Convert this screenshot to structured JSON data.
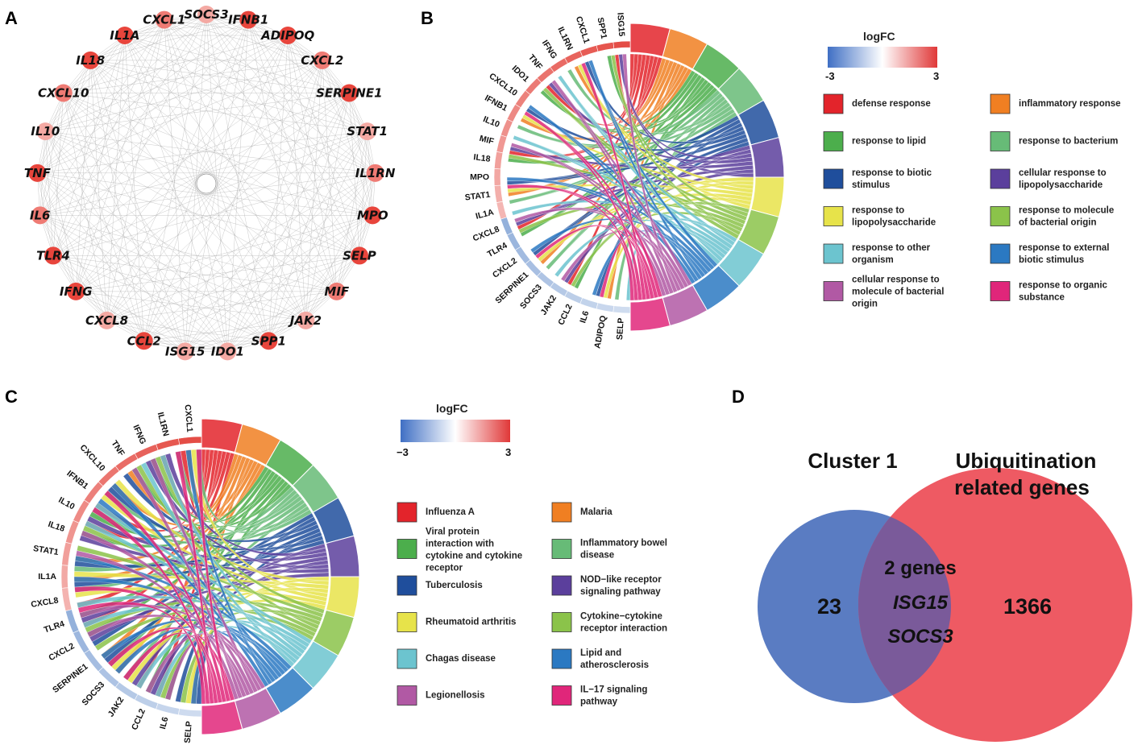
{
  "panels": {
    "a": "A",
    "b": "B",
    "c": "C",
    "d": "D"
  },
  "network": {
    "genes": [
      "SOCS3",
      "IFNB1",
      "ADIPOQ",
      "CXCL2",
      "SERPINE1",
      "STAT1",
      "IL1RN",
      "MPO",
      "SELP",
      "MIF",
      "JAK2",
      "SPP1",
      "IDO1",
      "ISG15",
      "CCL2",
      "CXCL8",
      "IFNG",
      "TLR4",
      "IL6",
      "TNF",
      "IL10",
      "CXCL10",
      "IL18",
      "IL1A",
      "CXCL1"
    ],
    "node_colors": {
      "high": "#e8453c",
      "mid": "#ef7b74",
      "low": "#f4a9a3"
    }
  },
  "chord_b": {
    "genes": [
      "ISG15",
      "SPP1",
      "CXCL1",
      "IL1RN",
      "IFNG",
      "TNF",
      "IDO1",
      "CXCL10",
      "IFNB1",
      "IL10",
      "MIF",
      "IL18",
      "MPO",
      "STAT1",
      "IL1A",
      "CXCL8",
      "TLR4",
      "CXCL2",
      "SERPINE1",
      "SOCS3",
      "JAK2",
      "CCL2",
      "IL6",
      "ADIPOQ",
      "SELP"
    ],
    "scale": {
      "title": "logFC",
      "min": "-3",
      "max": "3"
    },
    "terms": [
      {
        "label": "defense response",
        "color": "#e3242b"
      },
      {
        "label": "inflammatory response",
        "color": "#f07f22"
      },
      {
        "label": "response to lipid",
        "color": "#4cae4c"
      },
      {
        "label": "response to bacterium",
        "color": "#67bb77"
      },
      {
        "label": "response to biotic stimulus",
        "color": "#1f4e9c"
      },
      {
        "label": "cellular response to lipopolysaccharide",
        "color": "#5b3f9c"
      },
      {
        "label": "response to lipopolysaccharide",
        "color": "#e7e34a"
      },
      {
        "label": "response to molecule of bacterial origin",
        "color": "#8bc34a"
      },
      {
        "label": "response to other organism",
        "color": "#6cc4cf"
      },
      {
        "label": "response to external biotic stimulus",
        "color": "#2b79c2"
      },
      {
        "label": "cellular response to molecule of bacterial origin",
        "color": "#b159a4"
      },
      {
        "label": "response to organic substance",
        "color": "#e0267a"
      }
    ]
  },
  "chord_c": {
    "genes": [
      "CXCL1",
      "IL1RN",
      "IFNG",
      "TNF",
      "CXCL10",
      "IFNB1",
      "IL10",
      "IL18",
      "STAT1",
      "IL1A",
      "CXCL8",
      "TLR4",
      "CXCL2",
      "SERPINE1",
      "SOCS3",
      "JAK2",
      "CCL2",
      "IL6",
      "SELP"
    ],
    "scale": {
      "title": "logFC",
      "min": "−3",
      "max": "3"
    },
    "terms": [
      {
        "label": "Influenza A",
        "color": "#e3242b"
      },
      {
        "label": "Malaria",
        "color": "#f07f22"
      },
      {
        "label": "Viral protein interaction with cytokine and cytokine receptor",
        "color": "#4cae4c"
      },
      {
        "label": "Inflammatory bowel disease",
        "color": "#67bb77"
      },
      {
        "label": "Tuberculosis",
        "color": "#1f4e9c"
      },
      {
        "label": "NOD−like receptor signaling pathway",
        "color": "#5b3f9c"
      },
      {
        "label": "Rheumatoid arthritis",
        "color": "#e7e34a"
      },
      {
        "label": "Cytokine−cytokine receptor interaction",
        "color": "#8bc34a"
      },
      {
        "label": "Chagas disease",
        "color": "#6cc4cf"
      },
      {
        "label": "Lipid and atherosclerosis",
        "color": "#2b79c2"
      },
      {
        "label": "Legionellosis",
        "color": "#b159a4"
      },
      {
        "label": "IL−17 signaling pathway",
        "color": "#e0267a"
      }
    ]
  },
  "venn": {
    "left_title": "Cluster 1",
    "right_title_1": "Ubiquitination",
    "right_title_2": "related genes",
    "left_only": "23",
    "right_only": "1366",
    "overlap_count": "2 genes",
    "overlap_gene_1": "ISG15",
    "overlap_gene_2": "SOCS3",
    "left_color": "#5a7cc2",
    "right_color": "#ee5a63",
    "overlap_color": "#7a5a9a"
  }
}
